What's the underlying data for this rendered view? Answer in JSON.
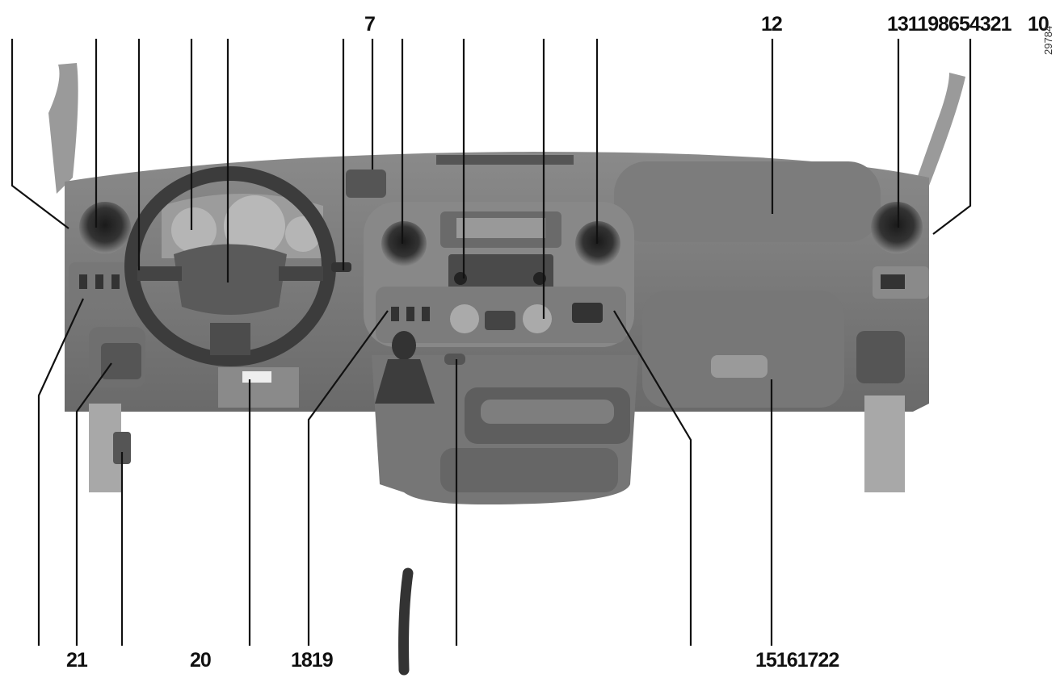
{
  "figure": {
    "image_code": "29784",
    "callouts_top": [
      "7",
      "12",
      "131198654321",
      "10"
    ],
    "callouts_bottom": [
      "21",
      "20",
      "1819",
      "15161722"
    ]
  }
}
